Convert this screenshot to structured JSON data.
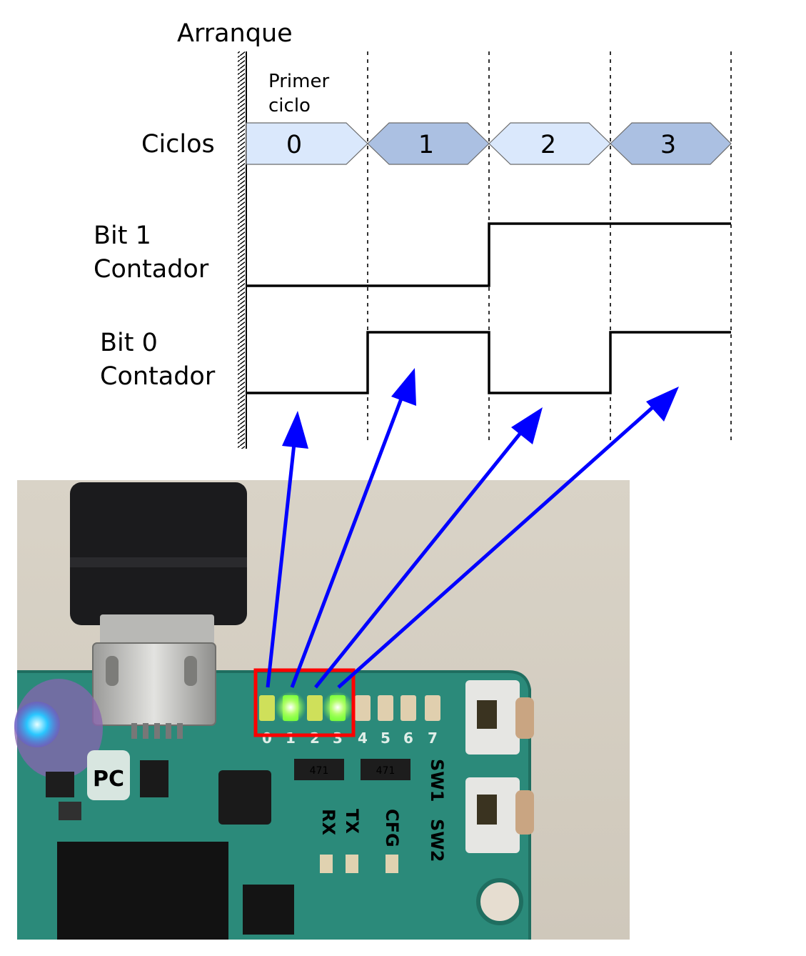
{
  "diagram": {
    "start_label": "Arranque",
    "first_cycle_label": [
      "Primer",
      "ciclo"
    ],
    "cycles_row_label": "Ciclos",
    "cycles": [
      "0",
      "1",
      "2",
      "3"
    ],
    "signals": [
      {
        "label": [
          "Bit 1",
          "Contador"
        ],
        "levels": [
          0,
          0,
          1,
          1
        ]
      },
      {
        "label": [
          "Bit 0",
          "Contador"
        ],
        "levels": [
          0,
          1,
          0,
          1
        ]
      }
    ]
  },
  "board": {
    "led_indices": [
      "0",
      "1",
      "2",
      "3",
      "4",
      "5",
      "6",
      "7"
    ],
    "led_states": [
      false,
      true,
      false,
      true,
      false,
      false,
      false,
      false
    ],
    "resistor_labels": [
      "471",
      "471"
    ],
    "pin_labels": [
      "RX",
      "TX",
      "CFG"
    ],
    "switch_labels": [
      "SW1",
      "SW2"
    ],
    "connector_mark": "PC"
  },
  "colors": {
    "arrow": "#0000ff",
    "start_label": "#0000ff",
    "cycle_fill_light": "#dae8fc",
    "cycle_fill_dark": "#abc0e2",
    "highlight_box": "#ff0000",
    "pcb": "#2b8a7a",
    "led_on": "#7cff3a",
    "led_off": "#cfe05a"
  }
}
